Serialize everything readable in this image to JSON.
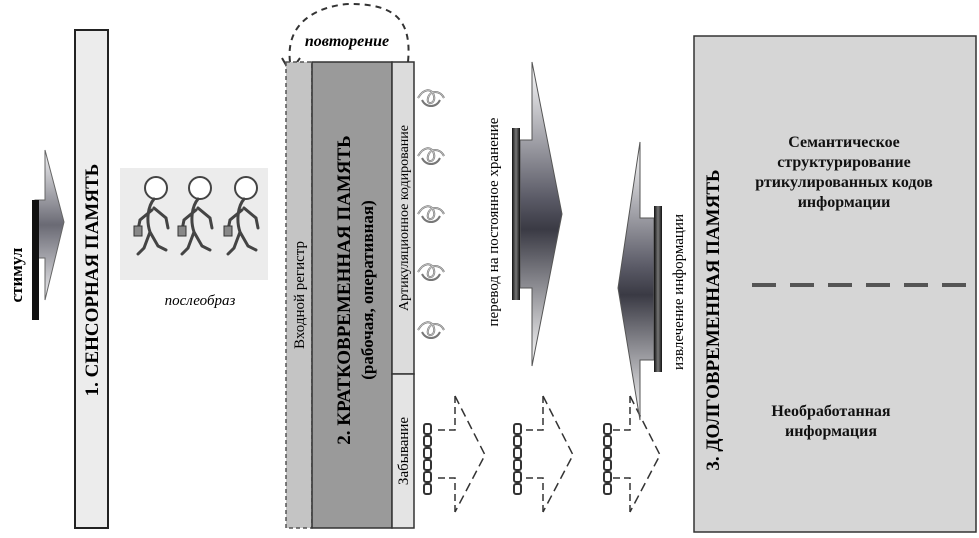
{
  "labels": {
    "stimulus": "стимул",
    "sensory_memory": "1. СЕНСОРНАЯ ПАМЯТЬ",
    "afterimage": "послеобраз",
    "repetition": "повторение",
    "input_register": "Входной регистр",
    "short_term_memory": "2. КРАТКОВРЕМЕННАЯ ПАМЯТЬ",
    "short_term_memory_sub": "(рабочая, оперативная)",
    "articulatory_coding": "Артикуляционное кодирование",
    "forgetting": "Забывание",
    "transfer_to_storage": "перевод на постоянное хранение",
    "retrieval": "извлечение информации",
    "long_term_memory": "3. ДОЛГОВРЕМЕННАЯ ПАМЯТЬ",
    "semantic_structuring": "Семантическое структурирование ртикулированных кодов информации",
    "raw_information": "Необработанная информация"
  },
  "colors": {
    "sensory_fill": "#ececec",
    "input_register_fill": "#c4c4c4",
    "stm_fill": "#9a9a9a",
    "articulatory_fill": "#dcdcdc",
    "ltm_fill": "#d6d6d6",
    "arrow_dark": "#3a3a44",
    "arrow_light": "#ffffff"
  },
  "icons": [
    "walking-figures-icon",
    "knot-icon",
    "dashed-arrow-icon",
    "chain-icon"
  ]
}
